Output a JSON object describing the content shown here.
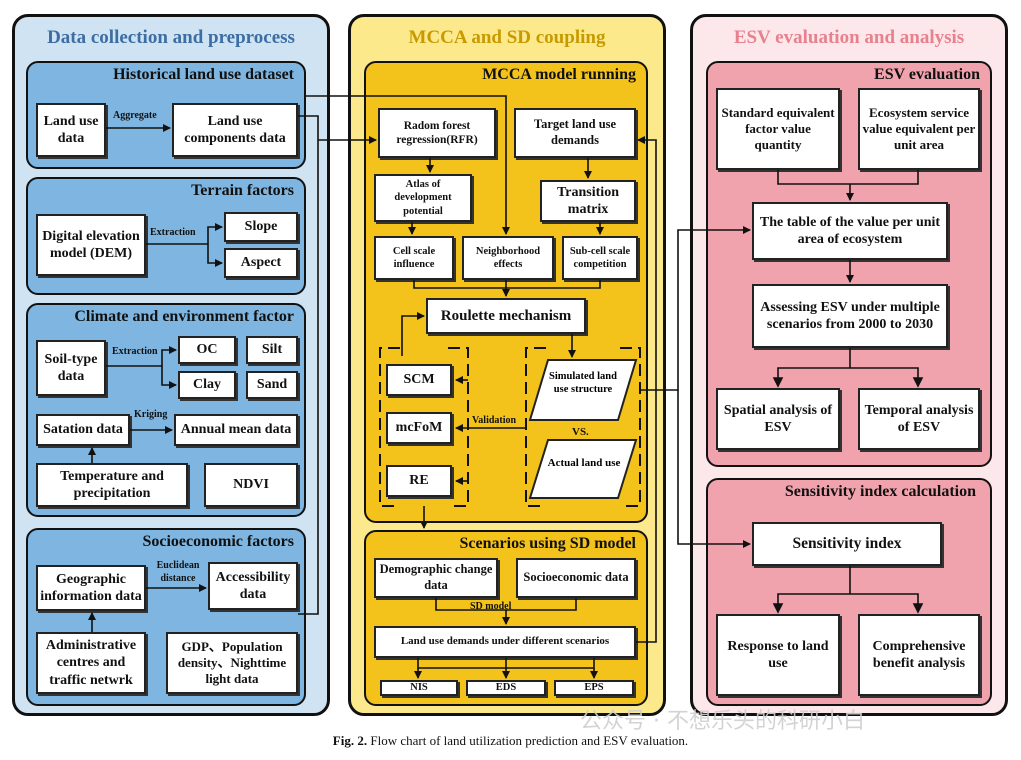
{
  "colors": {
    "blue_bg": "#cfe3f3",
    "blue_sec": "#7eb6e1",
    "yellow_bg": "#fbe98c",
    "yellow_sec": "#f3c21b",
    "pink_bg": "#fce7ea",
    "pink_sec": "#f1a3ad",
    "pink_title": "#e8818e",
    "line": "#111111"
  },
  "col1": {
    "title": "Data collection and preprocess",
    "historical": {
      "title": "Historical land use dataset",
      "land_use_data": "Land use data",
      "aggregate": "Aggregate",
      "components": "Land use components data"
    },
    "terrain": {
      "title": "Terrain factors",
      "dem": "Digital elevation model (DEM)",
      "extraction": "Extraction",
      "slope": "Slope",
      "aspect": "Aspect"
    },
    "climate": {
      "title": "Climate and environment factor",
      "soil": "Soil-type data",
      "extraction": "Extraction",
      "oc": "OC",
      "silt": "Silt",
      "clay": "Clay",
      "sand": "Sand",
      "station": "Satation data",
      "kriging": "Kriging",
      "annual": "Annual mean data",
      "temp": "Temperature and precipitation",
      "ndvi": "NDVI"
    },
    "socio": {
      "title": "Socioeconomic factors",
      "geo": "Geographic information data",
      "euclidean": "Euclidean distance",
      "access": "Accessibility data",
      "admin": "Administrative centres and traffic netwrk",
      "gdp": "GDP、Population density、Nighttime light data"
    }
  },
  "col2": {
    "title": "MCCA and SD coupling",
    "mcca": {
      "title": "MCCA model running",
      "rfr": "Radom forest regression(RFR)",
      "target": "Target land use demands",
      "atlas": "Atlas of development potential",
      "transition": "Transition matrix",
      "cell": "Cell scale influence",
      "neighborhood": "Neighborhood effects",
      "subcell": "Sub-cell scale competition",
      "roulette": "Roulette mechanism",
      "scm": "SCM",
      "mcfom": "mcFoM",
      "re": "RE",
      "validation": "Validation",
      "simulated": "Simulated land use structure",
      "vs": "VS.",
      "actual": "Actual land use"
    },
    "sd": {
      "title": "Scenarios using SD model",
      "demographic": "Demographic change data",
      "socioeconomic": "Socioeconomic data",
      "sd_model": "SD model",
      "demands": "Land use demands under different scenarios",
      "nis": "NIS",
      "eds": "EDS",
      "eps": "EPS"
    }
  },
  "col3": {
    "title": "ESV evaluation and analysis",
    "esv": {
      "title": "ESV evaluation",
      "standard": "Standard equivalent factor value quantity",
      "ecosystem": "Ecosystem service value equivalent per unit area",
      "table": "The table of the value per unit area of ecosystem",
      "assessing": "Assessing ESV under multiple scenarios from 2000 to 2030",
      "spatial": "Spatial analysis of ESV",
      "temporal": "Temporal analysis of ESV"
    },
    "sens": {
      "title": "Sensitivity index calculation",
      "index": "Sensitivity index",
      "response": "Response to land use",
      "comprehensive": "Comprehensive benefit analysis"
    }
  },
  "caption": {
    "label": "Fig. 2.",
    "text": " Flow chart of land utilization prediction and ESV evaluation."
  },
  "watermark": "公众号 · 不想乐头的科研小白"
}
